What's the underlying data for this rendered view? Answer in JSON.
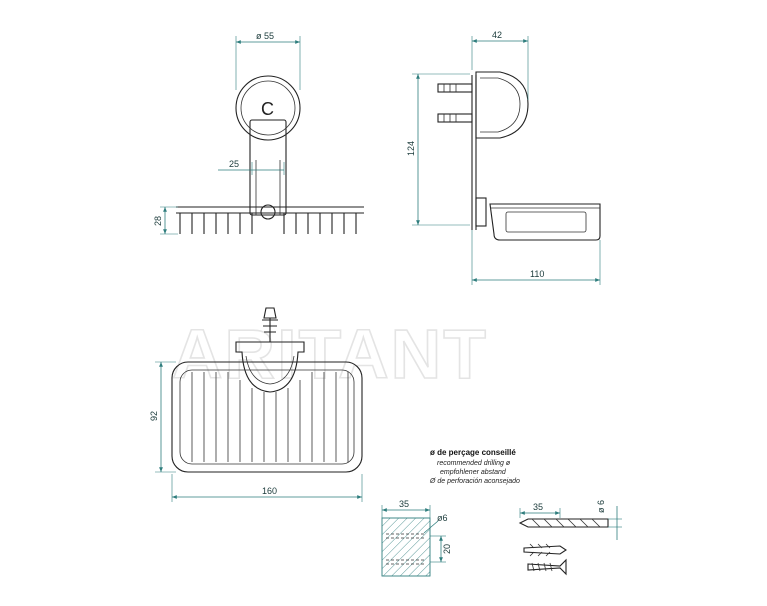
{
  "watermark": "ARITANT",
  "dimensions": {
    "diameter_top": "ø 55",
    "depth_top": "42",
    "center_width": "25",
    "height_basket": "28",
    "height_total": "124",
    "depth_total": "110",
    "height_basket_front": "92",
    "width_basket": "160",
    "block_width": "35",
    "block_diameter": "ø6",
    "block_height": "20",
    "drill_depth": "35",
    "drill_diameter": "ø 6"
  },
  "cap_letter": "C",
  "drilling_note": {
    "title": "ø de perçage conseillé",
    "lines": [
      "recommended drilling ø",
      "empfohlener abstand",
      "Ø de perforación aconsejado"
    ]
  }
}
